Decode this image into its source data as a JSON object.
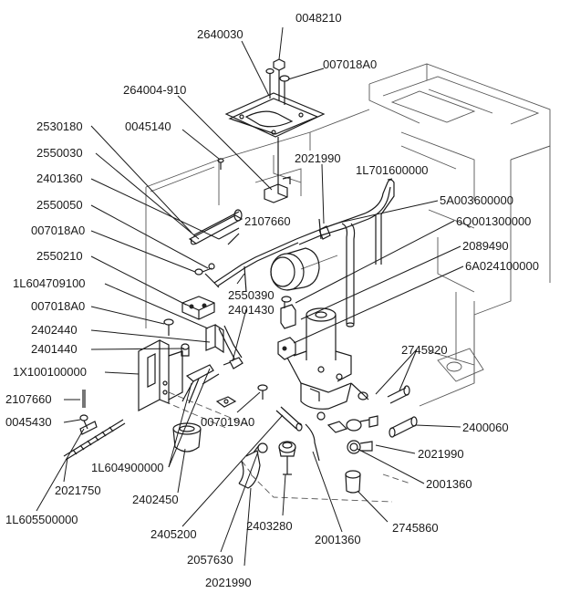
{
  "labels": {
    "l2640030": "2640030",
    "l0048210": "0048210",
    "l007018A0_top": "007018A0",
    "l264004_910": "264004-910",
    "l2530180": "2530180",
    "l0045140": "0045140",
    "l2550030": "2550030",
    "l2021990_top": "2021990",
    "l1L701600000": "1L701600000",
    "l2401360": "2401360",
    "l5A003600000": "5A003600000",
    "l2550050": "2550050",
    "l2107660_mid": "2107660",
    "l6Q001300000": "6Q001300000",
    "l007018A0_mid": "007018A0",
    "l2089490": "2089490",
    "l2550210": "2550210",
    "l6A024100000": "6A024100000",
    "l1L604709100": "1L604709100",
    "l2550390": "2550390",
    "l007018A0_low": "007018A0",
    "l2401430": "2401430",
    "l2402440": "2402440",
    "l2745920": "2745920",
    "l2401440": "2401440",
    "l1X100100000": "1X100100000",
    "l2107660_left": "2107660",
    "l007019A0": "007019A0",
    "l0045430": "0045430",
    "l2400060": "2400060",
    "l2021990_right": "2021990",
    "l1L604900000": "1L604900000",
    "l2021750": "2021750",
    "l2001360_right": "2001360",
    "l2402450": "2402450",
    "l1L605500000": "1L605500000",
    "l2745860": "2745860",
    "l2405200": "2405200",
    "l2001360_bottom": "2001360",
    "l2403280": "2403280",
    "l2057630": "2057630",
    "l2021990_bottom": "2021990"
  }
}
